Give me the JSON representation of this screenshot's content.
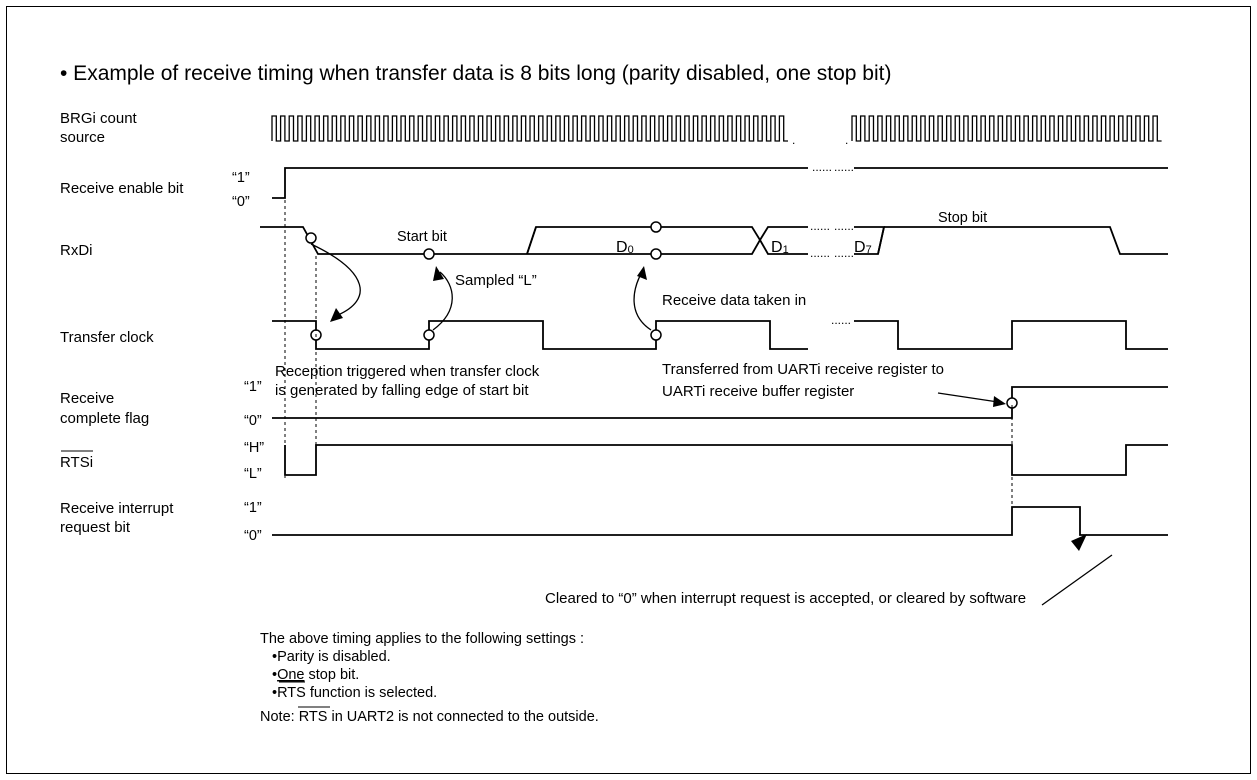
{
  "title": "• Example of receive timing when transfer data is 8 bits long (parity disabled, one stop bit)",
  "signals": {
    "brg_line1": "BRGi count",
    "brg_line2": "source",
    "receive_enable": "Receive enable bit",
    "rxdi": "RxDi",
    "transfer_clock": "Transfer clock",
    "rcf_line1": "Receive",
    "rcf_line2": "complete flag",
    "rtsi": "RTSi",
    "rir_line1": "Receive interrupt",
    "rir_line2": "request bit"
  },
  "levels": {
    "one": "“1”",
    "zero": "“0”",
    "high": "“H”",
    "low": "“L”"
  },
  "rxd_labels": {
    "start_bit": "Start bit",
    "d0": "D",
    "d0_sub": "0",
    "d1": "D",
    "d1_sub": "1",
    "d7": "D",
    "d7_sub": "7",
    "stop_bit": "Stop bit"
  },
  "annotations": {
    "sampled_l": "Sampled “L”",
    "receive_data_taken": "Receive data taken in",
    "reception_triggered_1": "Reception triggered when transfer clock",
    "reception_triggered_2": "is generated by falling edge of start bit",
    "transferred_1": "Transferred from UARTi receive register to",
    "transferred_2": "UARTi receive buffer register",
    "cleared": "Cleared to “0” when interrupt request is accepted, or cleared by software"
  },
  "notes": {
    "applies": "The above timing applies to the following settings :",
    "items": [
      "•Parity is disabled.",
      "•",
      "One",
      " stop bit.",
      "•RTS function is selected."
    ],
    "note_prefix": "Note: ",
    "note_rts": "RTS",
    "note_suffix": " in UART2 is not connected to the outside."
  },
  "ellipsis": "......"
}
